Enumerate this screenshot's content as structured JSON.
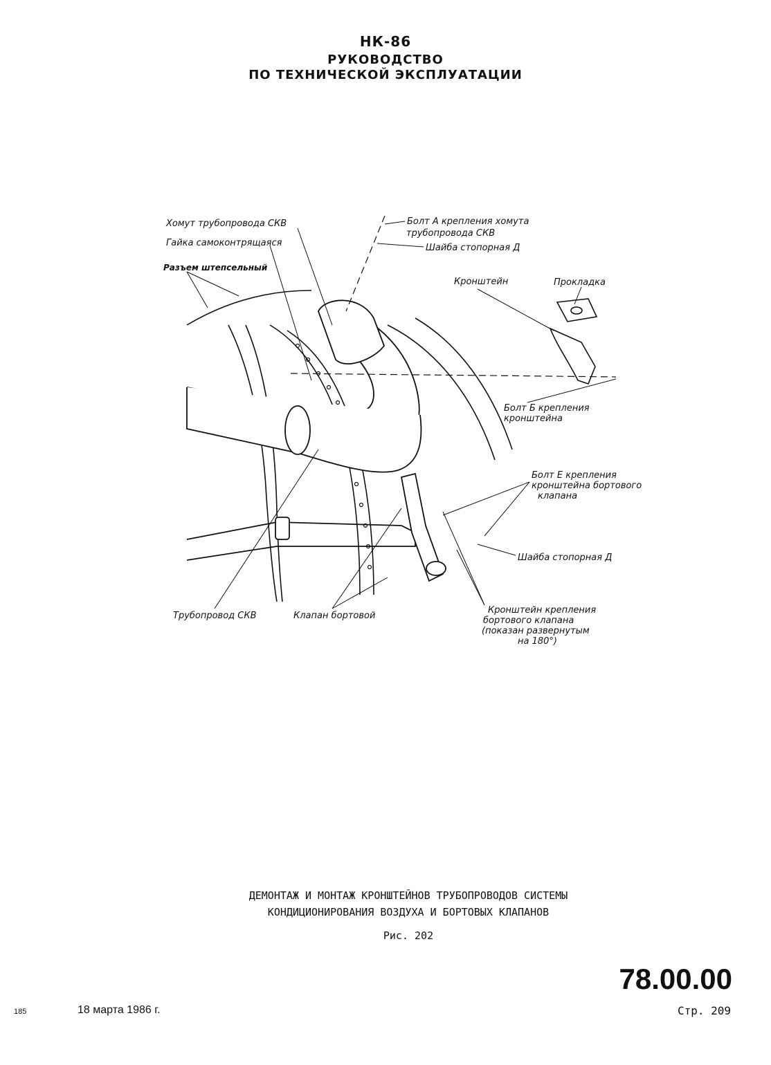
{
  "header": {
    "model": "НК-86",
    "title_line1": "РУКОВОДСТВО",
    "title_line2": "ПО ТЕХНИЧЕСКОЙ ЭКСПЛУАТАЦИИ"
  },
  "figure": {
    "labels": {
      "clamp": "Хомут трубопровода СКВ",
      "nut": "Гайка самоконтрящаяся",
      "connector": "Разъем штепсельный",
      "bolt_a_1": "Болт А крепления хомута",
      "bolt_a_2": "трубопровода СКВ",
      "washer_d_top": "Шайба стопорная Д",
      "bracket": "Кронштейн",
      "gasket": "Прокладка",
      "bolt_b_1": "Болт Б крепления",
      "bolt_b_2": "кронштейна",
      "bolt_e_1": "Болт Е крепления",
      "bolt_e_2": "кронштейна бортового",
      "bolt_e_3": "клапана",
      "washer_d_bottom": "Шайба стопорная Д",
      "pipe": "Трубопровод СКВ",
      "valve": "Клапан бортовой",
      "valve_bracket_1": "Кронштейн крепления",
      "valve_bracket_2": "бортового клапана",
      "valve_bracket_3": "(показан развернутым",
      "valve_bracket_4": "на 180°)"
    }
  },
  "caption": {
    "line1": "ДЕМОНТАЖ И МОНТАЖ КРОНШТЕЙНОВ ТРУБОПРОВОДОВ СИСТЕМЫ",
    "line2": "КОНДИЦИОНИРОВАНИЯ ВОЗДУХА И БОРТОВЫХ КЛАПАНОВ",
    "figure_ref": "Рис. 202"
  },
  "footer": {
    "doc_number": "78.00.00",
    "page": "Стр. 209",
    "date": "18 марта 1986 г.",
    "code": "185"
  }
}
